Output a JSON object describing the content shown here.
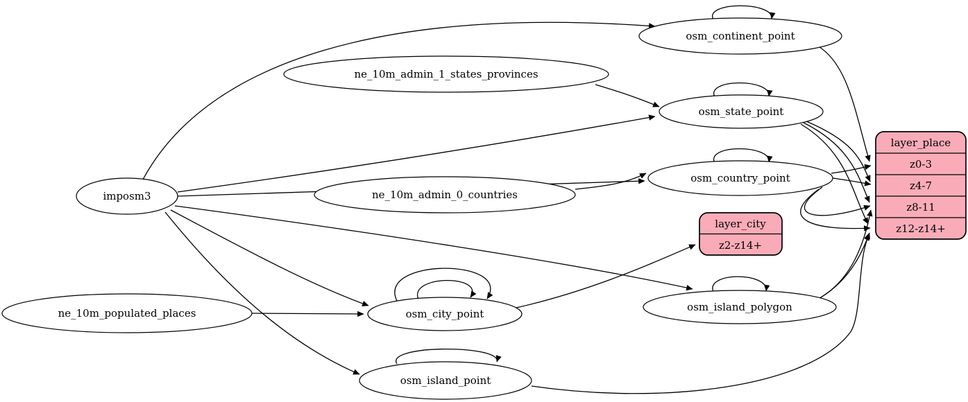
{
  "diagram": {
    "kind": "etl-dependency-graph",
    "colors": {
      "record_fill": "#f9acb8",
      "node_fill": "#ffffff",
      "edge_stroke": "#000000",
      "background": "#ffffff"
    },
    "nodes": {
      "imposm3": {
        "label": "imposm3"
      },
      "ne_10m_admin_1_states_provinces": {
        "label": "ne_10m_admin_1_states_provinces"
      },
      "ne_10m_admin_0_countries": {
        "label": "ne_10m_admin_0_countries"
      },
      "ne_10m_populated_places": {
        "label": "ne_10m_populated_places"
      },
      "osm_continent_point": {
        "label": "osm_continent_point"
      },
      "osm_state_point": {
        "label": "osm_state_point"
      },
      "osm_country_point": {
        "label": "osm_country_point"
      },
      "osm_city_point": {
        "label": "osm_city_point"
      },
      "osm_island_polygon": {
        "label": "osm_island_polygon"
      },
      "osm_island_point": {
        "label": "osm_island_point"
      }
    },
    "records": {
      "layer_place": {
        "title": "layer_place",
        "rows": [
          "z0-3",
          "z4-7",
          "z8-11",
          "z12-z14+"
        ]
      },
      "layer_city": {
        "title": "layer_city",
        "rows": [
          "z2-z14+"
        ]
      }
    },
    "edges": [
      {
        "from": "imposm3",
        "to": "osm_continent_point"
      },
      {
        "from": "imposm3",
        "to": "osm_state_point"
      },
      {
        "from": "imposm3",
        "to": "osm_country_point"
      },
      {
        "from": "imposm3",
        "to": "osm_city_point"
      },
      {
        "from": "imposm3",
        "to": "osm_island_polygon"
      },
      {
        "from": "imposm3",
        "to": "osm_island_point"
      },
      {
        "from": "ne_10m_admin_1_states_provinces",
        "to": "osm_state_point"
      },
      {
        "from": "ne_10m_admin_0_countries",
        "to": "osm_country_point"
      },
      {
        "from": "ne_10m_populated_places",
        "to": "osm_city_point"
      },
      {
        "from": "osm_continent_point",
        "to": "osm_continent_point"
      },
      {
        "from": "osm_state_point",
        "to": "osm_state_point"
      },
      {
        "from": "osm_country_point",
        "to": "osm_country_point"
      },
      {
        "from": "osm_city_point",
        "to": "osm_city_point"
      },
      {
        "from": "osm_city_point",
        "to": "osm_city_point"
      },
      {
        "from": "osm_island_polygon",
        "to": "osm_island_polygon"
      },
      {
        "from": "osm_island_point",
        "to": "osm_island_point"
      },
      {
        "from": "osm_continent_point",
        "to": "layer_place:z0-3"
      },
      {
        "from": "osm_country_point",
        "to": "layer_place:z0-3"
      },
      {
        "from": "osm_country_point",
        "to": "layer_place:z4-7"
      },
      {
        "from": "osm_country_point",
        "to": "layer_place:z8-11"
      },
      {
        "from": "osm_country_point",
        "to": "layer_place:z12-z14+"
      },
      {
        "from": "osm_state_point",
        "to": "layer_place:z4-7"
      },
      {
        "from": "osm_state_point",
        "to": "layer_place:z8-11"
      },
      {
        "from": "osm_state_point",
        "to": "layer_place:z12-z14+"
      },
      {
        "from": "osm_island_polygon",
        "to": "layer_place:z8-11"
      },
      {
        "from": "osm_island_polygon",
        "to": "layer_place:z12-z14+"
      },
      {
        "from": "osm_island_point",
        "to": "layer_place:z12-z14+"
      },
      {
        "from": "osm_city_point",
        "to": "layer_city:z2-z14+"
      }
    ]
  }
}
